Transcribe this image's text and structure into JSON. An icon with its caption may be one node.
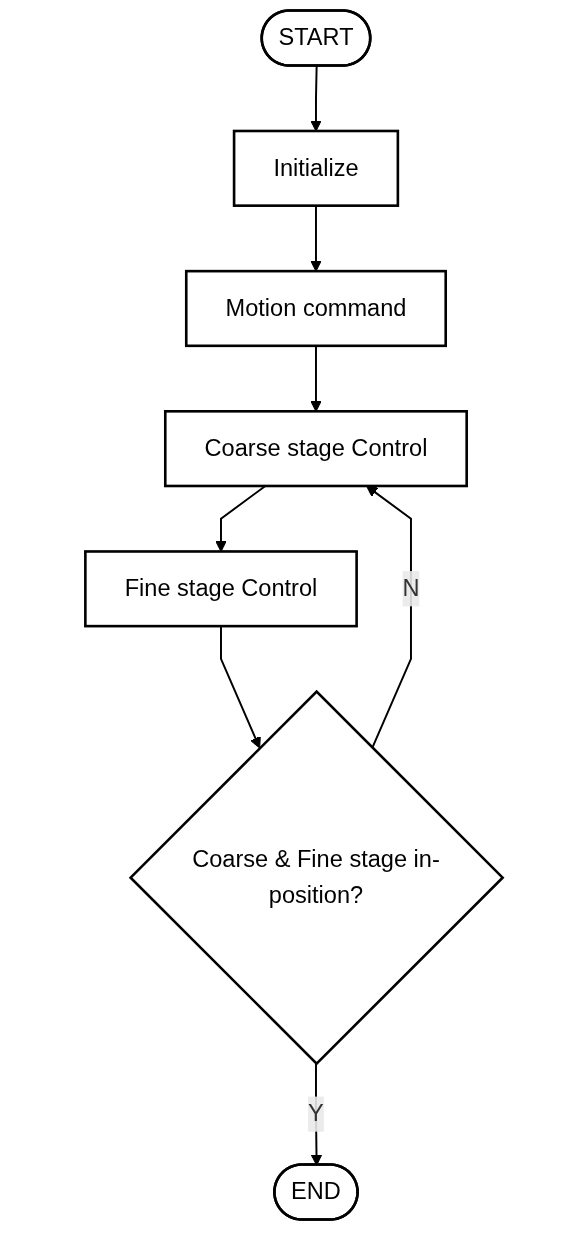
{
  "diagram": {
    "nodes": [
      {
        "text": [
          "START"
        ]
      },
      {
        "text": [
          "Initialize"
        ]
      },
      {
        "text": [
          "Motion command"
        ]
      },
      {
        "text": [
          "Coarse stage Control"
        ]
      },
      {
        "text": [
          "Fine stage Control"
        ]
      },
      {
        "text": [
          "Coarse & Fine stage in-position?"
        ]
      },
      {
        "text": [
          "END"
        ]
      }
    ],
    "edges": [
      {
        "from": 0,
        "to": 1,
        "arrow": "to"
      },
      {
        "from": 1,
        "to": 2,
        "arrow": "to"
      },
      {
        "from": 2,
        "to": 3,
        "arrow": "to"
      },
      {
        "from": 3,
        "to": 4,
        "arrow": "to"
      },
      {
        "from": 4,
        "to": 5,
        "arrow": "to"
      },
      {
        "from": 5,
        "to": 3,
        "label": "N",
        "arrow": "to"
      },
      {
        "from": 5,
        "to": 6,
        "label": "Y",
        "arrow": "to"
      }
    ]
  }
}
